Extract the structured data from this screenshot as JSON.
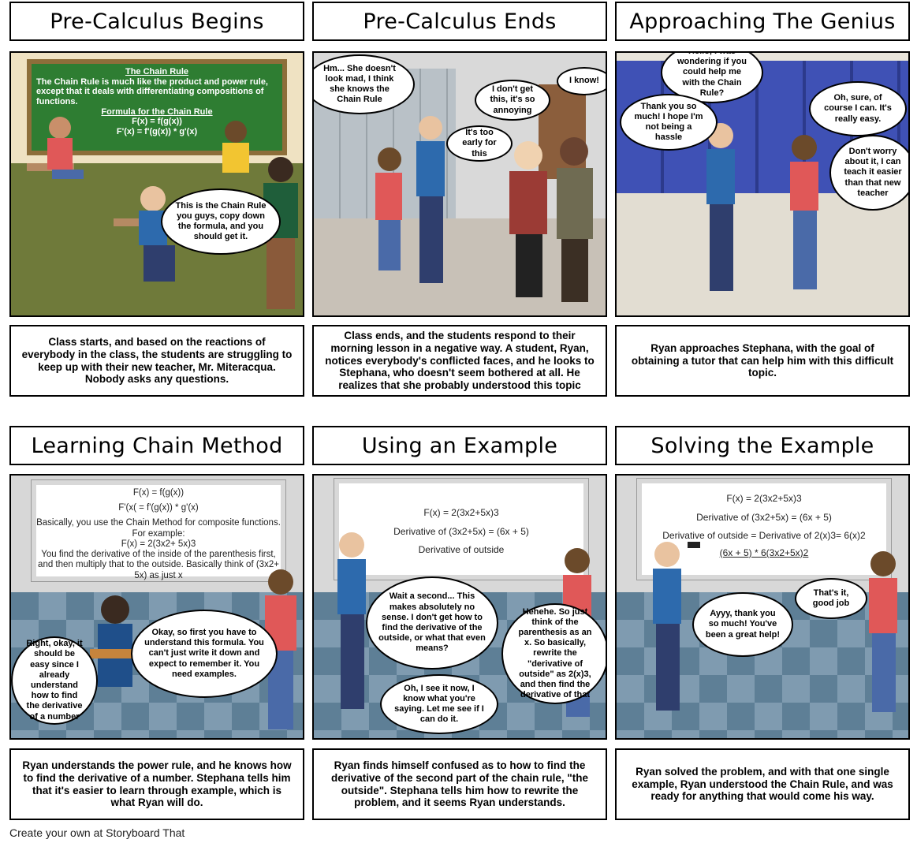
{
  "panels": [
    {
      "title": "Pre-Calculus Begins",
      "description": "Class starts, and based on the reactions of everybody in the class, the students are struggling to keep up with their new teacher, Mr. Miteracqua. Nobody asks any questions.",
      "chalkboard": {
        "heading": "The Chain Rule",
        "body": "The Chain Rule is much like the product and power rule, except that it deals with differentiating compositions of functions.",
        "formula_heading": "Formula for the Chain Rule",
        "line1": "F(x) = f(g(x))",
        "line2": "F'(x) = f'(g(x)) * g'(x)"
      },
      "bubbles": [
        "This is the Chain Rule you guys, copy down the formula, and you should get it."
      ]
    },
    {
      "title": "Pre-Calculus Ends",
      "description": "Class ends, and the students respond to their morning lesson in a negative way. A student, Ryan, notices everybody's conflicted faces, and he looks to Stephana, who doesn't seem bothered at all. He realizes that she probably understood this topic",
      "bubbles": [
        "Hm... She doesn't look mad, I think she knows the Chain Rule",
        "I don't get this, it's so annoying",
        "I know!",
        "It's too early for this"
      ]
    },
    {
      "title": "Approaching The Genius",
      "description": "Ryan approaches Stephana, with the goal of obtaining a tutor that can help him with this difficult topic.",
      "bubbles": [
        "Hello, I was wondering if you could help me with the Chain Rule?",
        "Thank you so much! I hope I'm not being a hassle",
        "Oh, sure, of course I can. It's really easy.",
        "Don't worry about it, I can teach it easier than that new teacher"
      ]
    },
    {
      "title": "Learning Chain Method",
      "description": "Ryan understands the power rule, and he knows how to find the derivative of a number. Stephana tells him that it's easier to learn through example, which is what Ryan will do.",
      "whiteboard": {
        "line1": "F(x) = f(g(x))",
        "line2": "F'(x( = f'(g(x)) * g'(x)",
        "line3": "Basically, you use the Chain Method for composite functions. For example:",
        "line4": "F(x) = 2(3x2+ 5x)3",
        "line5": "You find the derivative of the inside of the parenthesis first, and then multiply that to the outside. Basically think of (3x2+ 5x) as just x"
      },
      "bubbles": [
        "Okay, so first you have to understand this formula. You can't just write it down and expect to remember it. You need examples.",
        "Right, okay, it should be easy since I already understand how to find the derivative of a number"
      ]
    },
    {
      "title": "Using an Example",
      "description": "Ryan finds himself confused as to how to find the derivative of the second part of the chain rule, \"the outside\". Stephana tells him how to rewrite the problem, and it seems Ryan understands.",
      "whiteboard": {
        "line1": "F(x) = 2(3x2+5x)3",
        "line2": "Derivative of (3x2+5x) = (6x + 5)",
        "line3": "Derivative of outside"
      },
      "bubbles": [
        "Wait a second... This makes absolutely no sense. I don't get how to find the derivative of the outside, or what that even means?",
        "Hehehe. So just think of the parenthesis as an x. So basically, rewrite the \"derivative of outside\" as 2(x)3, and then find the derivative of that",
        "Oh, I see it now, I know what you're saying. Let me see if I can do it."
      ]
    },
    {
      "title": "Solving the Example",
      "description": "Ryan solved the problem, and with that one single example, Ryan understood the Chain Rule, and was ready for anything that would come his way.",
      "whiteboard": {
        "line1": "F(x) = 2(3x2+5x)3",
        "line2": "Derivative of (3x2+5x) = (6x + 5)",
        "line3": "Derivative of outside = Derivative of 2(x)3= 6(x)2",
        "line4": "(6x + 5) * 6(3x2+5x)2"
      },
      "bubbles": [
        "That's it, good job",
        "Ayyy, thank you so much! You've been a great help!"
      ]
    }
  ],
  "footer": "Create your own at Storyboard That",
  "colors": {
    "border": "#000000",
    "chalkboard": "#2e7d32",
    "locker_blue": "#3f51b5",
    "floor_blue": "#7a9bb0"
  }
}
